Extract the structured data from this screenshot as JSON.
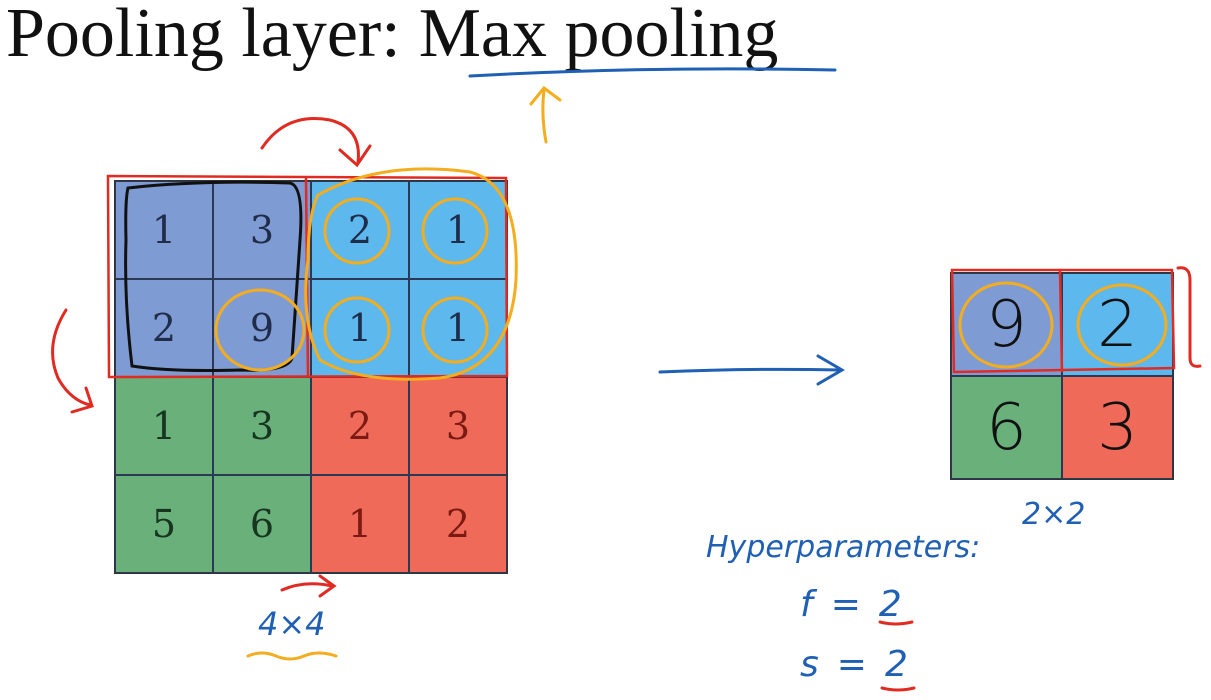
{
  "title": {
    "main": "Pooling layer:",
    "sub": "Max pooling"
  },
  "colors": {
    "purple": "#7f9bd4",
    "blue": "#5cb8ed",
    "green": "#69b07b",
    "red": "#f06a59",
    "annotation_red": "#e02b22",
    "annotation_orange": "#f4ad1e",
    "annotation_blue": "#1f5fb4",
    "annotation_black": "#111111"
  },
  "input_matrix": {
    "values": [
      [
        1,
        3,
        2,
        1
      ],
      [
        2,
        9,
        1,
        1
      ],
      [
        1,
        3,
        2,
        3
      ],
      [
        5,
        6,
        1,
        2
      ]
    ],
    "region_colors": [
      [
        "purple",
        "purple",
        "blue",
        "blue"
      ],
      [
        "purple",
        "purple",
        "blue",
        "blue"
      ],
      [
        "green",
        "green",
        "red",
        "red"
      ],
      [
        "green",
        "green",
        "red",
        "red"
      ]
    ],
    "dim_label": "4×4"
  },
  "output_matrix": {
    "values": [
      [
        9,
        2
      ],
      [
        6,
        3
      ]
    ],
    "region_colors": [
      [
        "purple",
        "blue"
      ],
      [
        "green",
        "red"
      ]
    ],
    "dim_label": "2×2"
  },
  "hyperparameters": {
    "heading": "Hyperparameters:",
    "f": {
      "name": "f",
      "value": "2"
    },
    "s": {
      "name": "s",
      "value": "2"
    }
  }
}
